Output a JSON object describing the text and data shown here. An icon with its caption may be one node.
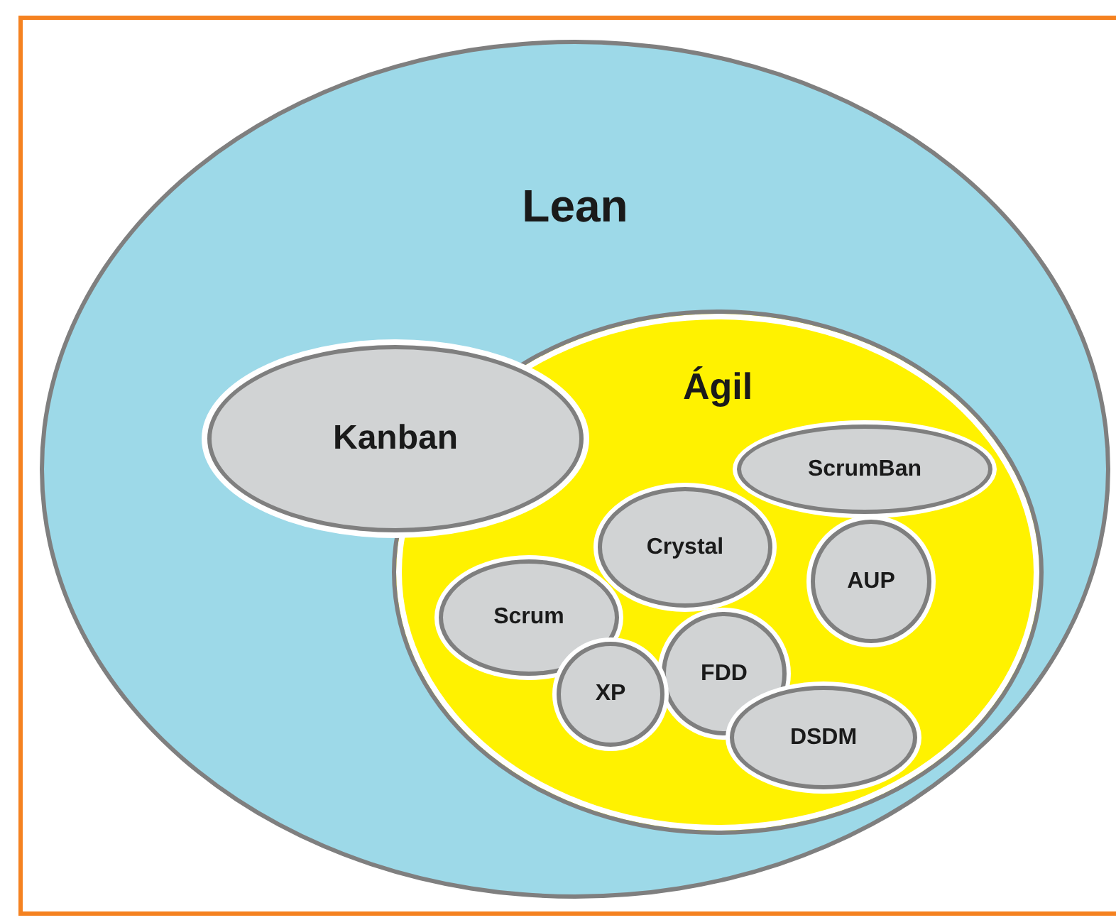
{
  "diagram": {
    "nodes": [
      {
        "text": [
          "Lean"
        ]
      },
      {
        "text": [
          "Kanban"
        ],
        "in": 0
      },
      {
        "text": [
          "Ágil"
        ],
        "in": 0
      },
      {
        "text": [
          "ScrumBan"
        ],
        "in": 2
      },
      {
        "text": [
          "Crystal"
        ],
        "in": 2
      },
      {
        "text": [
          "AUP"
        ],
        "in": 2
      },
      {
        "text": [
          "Scrum"
        ],
        "in": 2
      },
      {
        "text": [
          "XP"
        ],
        "in": 2
      },
      {
        "text": [
          "FDD"
        ],
        "in": 2
      },
      {
        "text": [
          "DSDM"
        ],
        "in": 2
      }
    ]
  }
}
